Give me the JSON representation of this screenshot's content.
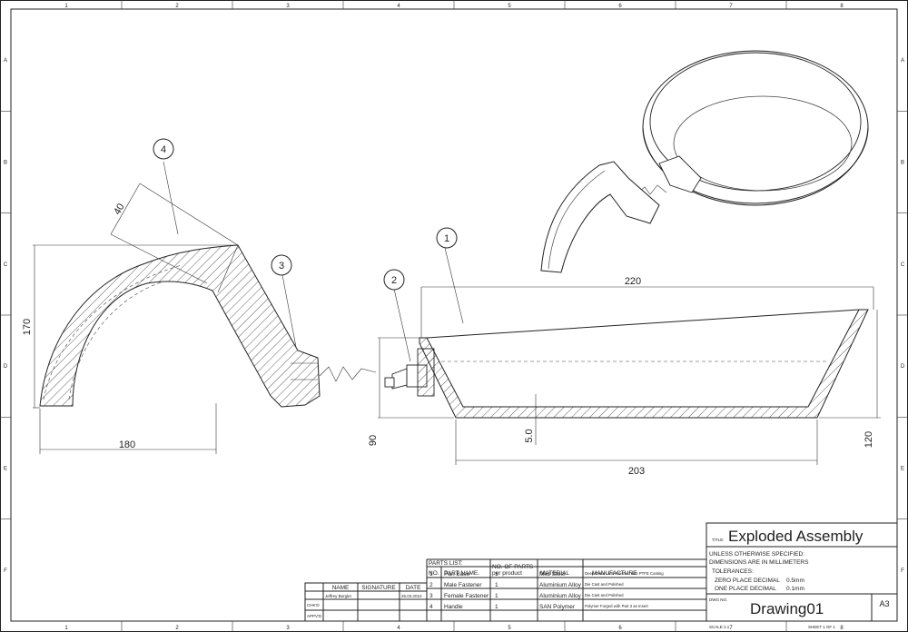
{
  "frame": {
    "columns": [
      "1",
      "2",
      "3",
      "4",
      "5",
      "6",
      "7",
      "8"
    ],
    "rows": [
      "A",
      "B",
      "C",
      "D",
      "E",
      "F"
    ]
  },
  "balloons": [
    "4",
    "3",
    "2",
    "1"
  ],
  "dimensions": {
    "handle_width": "180",
    "handle_height": "170",
    "handle_thickness": "40",
    "pan_top_width": "220",
    "pan_height_left": "90",
    "pan_wall": "5.0",
    "pan_bottom_width": "203",
    "pan_height_right": "120"
  },
  "title_block": {
    "title_label": "TITLE:",
    "title": "Exploded Assembly",
    "spec_line1": "UNLESS OTHERWISE SPECIFIED:",
    "spec_line2": "DIMENSIONS ARE IN MILLIMETERS",
    "tol_label": "TOLERANCES:",
    "tol_zero": "ZERO PLACE DECIMAL",
    "tol_zero_val": "0.5mm",
    "tol_one": "ONE PLACE DECIMAL",
    "tol_one_val": "0.1mm",
    "dwg_no_label": "DWG NO.",
    "dwg_no": "Drawing01",
    "size": "A3",
    "scale": "SCALE:1:1",
    "sheet": "SHEET 1 OF 1"
  },
  "signoff": {
    "headers": [
      "NAME",
      "SIGNATURE",
      "DATE"
    ],
    "row_labels": [
      "CHK'D",
      "APPV'D"
    ],
    "name": "Jeffrey Bergler",
    "date": "26.03.2010"
  },
  "parts_list": {
    "caption": "PARTS LIST:",
    "headers": [
      "NO.",
      "PART NAME.",
      "NO. OF PARTS per product",
      "MATERIAL",
      "MANUFACTURE"
    ],
    "rows": [
      {
        "no": "1",
        "name": "Pan Base",
        "qty": "1",
        "material": "Mild Steel",
        "manufacture": "Deep Drawn and Finished with PTFE Coating"
      },
      {
        "no": "2",
        "name": "Male Fastener",
        "qty": "1",
        "material": "Aluminium Alloy",
        "manufacture": "Die Cast and Polished"
      },
      {
        "no": "3",
        "name": "Female Fastener",
        "qty": "1",
        "material": "Aluminium Alloy",
        "manufacture": "Die Cast and Polished"
      },
      {
        "no": "4",
        "name": "Handle",
        "qty": "1",
        "material": "SAN Polymer",
        "manufacture": "Polymer Forged with Part 3 as Insert"
      }
    ]
  }
}
